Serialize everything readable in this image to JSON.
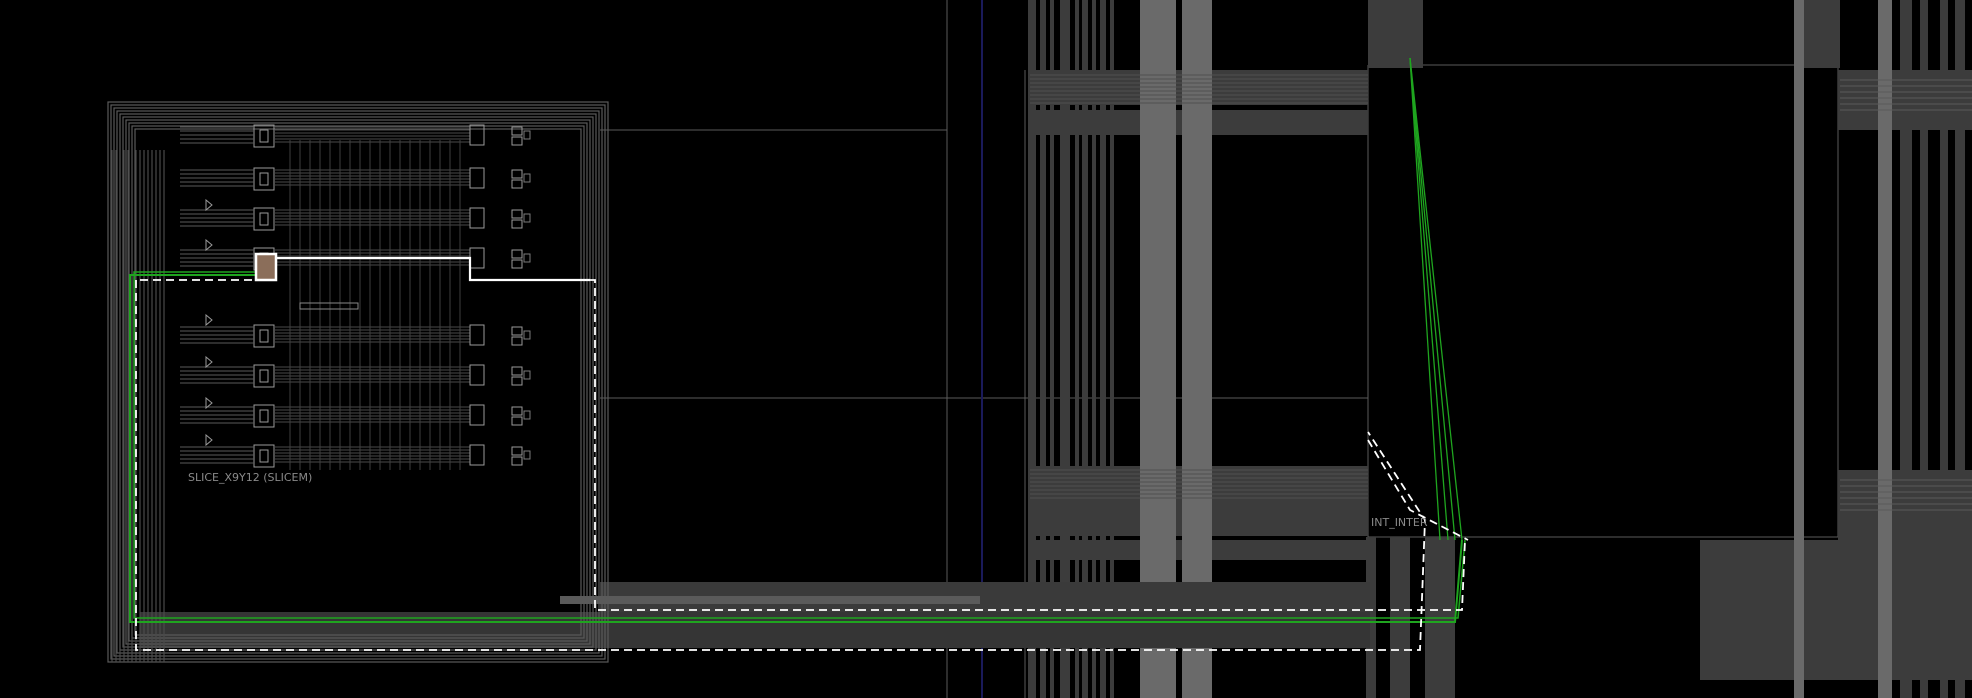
{
  "view": {
    "type": "fpga-device-routing-view",
    "background_color": "#000000"
  },
  "cells": [
    {
      "name": "SLICE_X9Y12 (SLICEM)",
      "selected": true
    },
    {
      "name": "INT_INTER"
    }
  ],
  "colors": {
    "wire": "#4a4a4a",
    "wire_light": "#7a7a7a",
    "routing_fill": "#3c3c3c",
    "column_fill": "#6a6a6a",
    "net_green": "#1fa51f",
    "net_highlight": "#ffffff",
    "selected_bel": "#8b6e5a",
    "grid_line": "#5a5a5a",
    "label_text": "#8a8a8a",
    "navy_line": "#1a1a5a"
  },
  "icons": [
    "slice-bel",
    "flip-flop",
    "lut-triangle"
  ]
}
